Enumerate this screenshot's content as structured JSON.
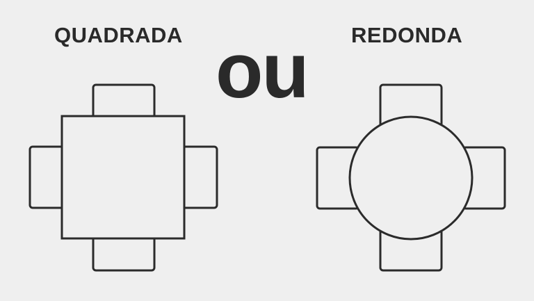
{
  "labels": {
    "square": "QUADRADA",
    "or": "ou",
    "round": "REDONDA"
  },
  "colors": {
    "background": "#efefef",
    "stroke": "#2b2b2b",
    "text": "#2a2a2a"
  }
}
